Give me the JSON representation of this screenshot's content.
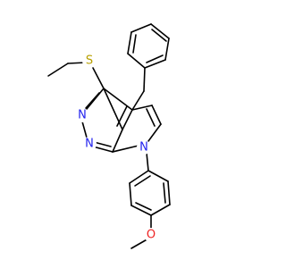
{
  "molecule": {
    "atoms": [
      {
        "id": "S",
        "label": "S",
        "color": "#b8a000"
      },
      {
        "id": "N3",
        "label": "N",
        "color": "#2222ee"
      },
      {
        "id": "N1",
        "label": "N",
        "color": "#2222ee"
      },
      {
        "id": "N7",
        "label": "N",
        "color": "#2222ee"
      },
      {
        "id": "O",
        "label": "O",
        "color": "#ee2222"
      }
    ],
    "bond_color": "#000000"
  }
}
